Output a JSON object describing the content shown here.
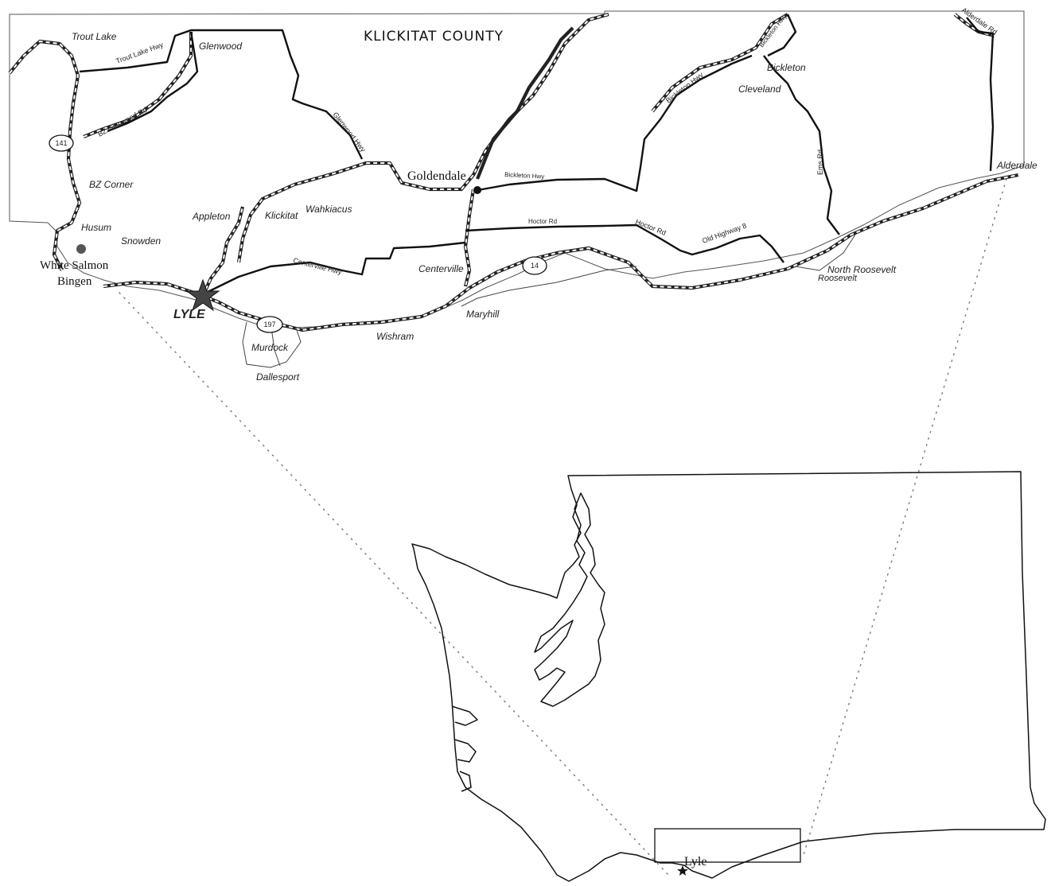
{
  "title": "Klickitat County",
  "places": {
    "trout_lake": "Trout Lake",
    "glenwood": "Glenwood",
    "bz_corner": "BZ Corner",
    "husum": "Husum",
    "snowden": "Snowden",
    "white_salmon": "White Salmon",
    "bingen": "Bingen",
    "lyle": "LYLE",
    "appleton": "Appleton",
    "klickitat": "Klickitat",
    "wahkiacus": "Wahkiacus",
    "goldendale": "Goldendale",
    "centerville": "Centerville",
    "maryhill": "Maryhill",
    "wishram": "Wishram",
    "murdock": "Murdock",
    "dallesport": "Dallesport",
    "bickleton": "Bickleton",
    "cleveland": "Cleveland",
    "alderdale": "Alderdale",
    "north_roosevelt": "North Roosevelt",
    "roosevelt": "Roosevelt"
  },
  "roads": {
    "trout_lake_hwy": "Trout Lake Hwy",
    "bz_glenwood_rd": "BZ Glenwood Rd",
    "glenwood_hwy": "Glenwood Hwy",
    "bickleton_hwy_1": "Bickleton Hwy",
    "bickleton_hwy_2": "Bickleton Hwy",
    "bickleton_hwy_3": "Bickleton Hwy",
    "hoctor_rd_1": "Hoctor Rd",
    "hoctor_rd_2": "Hoctor Rd",
    "old_highway_8": "Old Highway 8",
    "centerville_hwy": "Centerville Hwy",
    "ems_rd": "Ems Rd",
    "alderdale_rd": "Alderdale Rd"
  },
  "shields": {
    "sr141": "141",
    "sr14": "14",
    "sr197": "197"
  },
  "inset": {
    "lyle": "Lyle"
  },
  "colors": {
    "line": "#111111",
    "county_border": "#555555",
    "marker": "#555555"
  },
  "icons": {
    "lyle_marker": "star-icon",
    "goldendale_marker": "dot-icon",
    "white_salmon_marker": "dot-icon"
  }
}
